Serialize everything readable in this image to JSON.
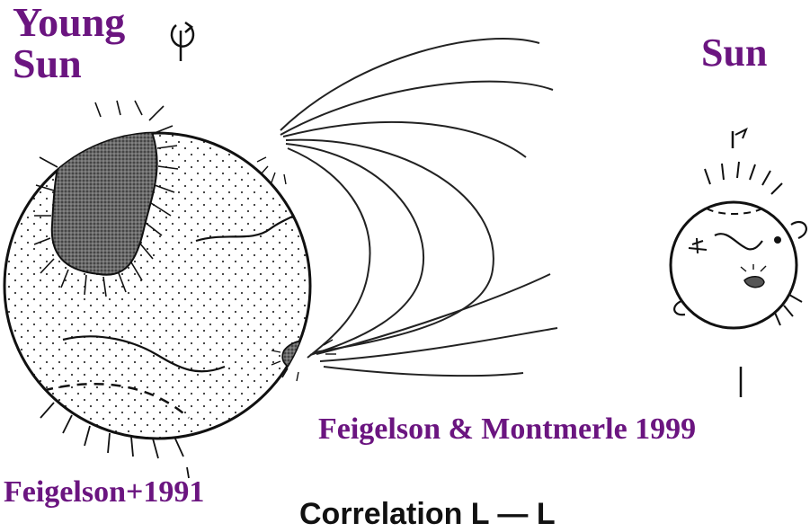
{
  "labels": {
    "young_line1": "Young",
    "young_line2": "Sun",
    "sun": "Sun",
    "credit_fm": "Feigelson & Montmerle 1999",
    "credit_f91": "Feigelson+1991",
    "partial_bottom": "Correlation L — L"
  },
  "colors": {
    "label": "#6b1580",
    "ink": "#111111",
    "spot": "#555555"
  },
  "icons": {
    "young_rotation": "rotation-axis-icon",
    "sun_rotation": "rotation-axis-icon"
  }
}
